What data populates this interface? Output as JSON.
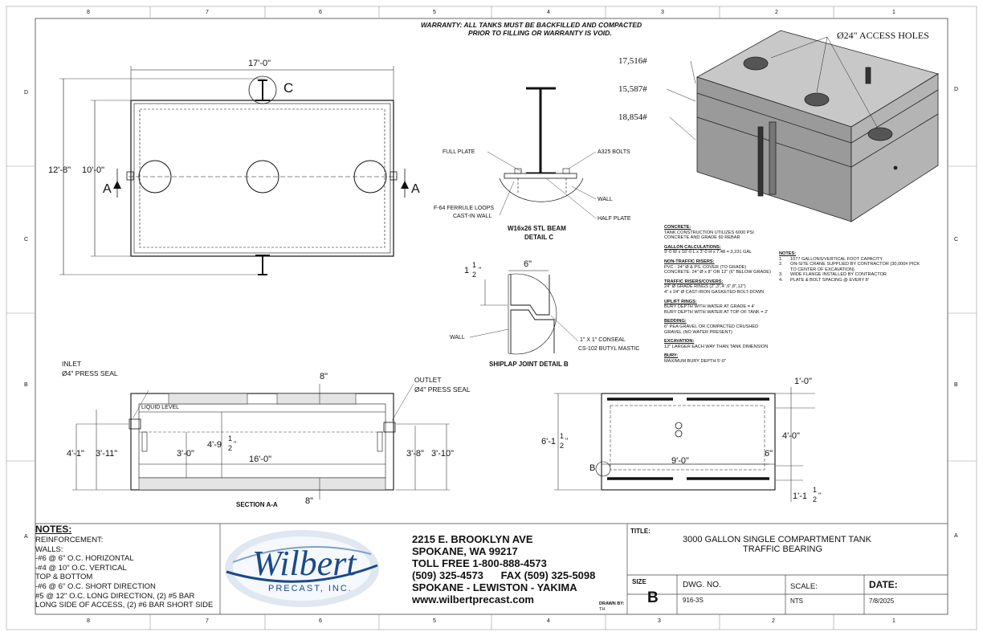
{
  "border_letters_top": [
    "8",
    "7",
    "6",
    "5",
    "4",
    "3",
    "2",
    "1"
  ],
  "border_letters_side": [
    "D",
    "C",
    "B",
    "A"
  ],
  "warranty": [
    "WARRANTY: ALL TANKS MUST BE BACKFILLED AND COMPACTED",
    "PRIOR TO FILLING OR WARRANTY IS VOID."
  ],
  "plan": {
    "length": "17'-0\"",
    "width_outer": "12'-8\"",
    "width_inner": "10'-0\"",
    "section_mark": "A",
    "detail_mark": "C"
  },
  "iso": {
    "access_holes": "Ø24\" ACCESS HOLES",
    "weights": [
      "17,516#",
      "15,587#",
      "18,854#"
    ]
  },
  "detail_c": {
    "full_plate": "FULL PLATE",
    "bolts": "A325 BOLTS",
    "wall": "WALL",
    "ferrule": [
      "F-64 FERRULE LOOPS",
      "CAST-IN WALL"
    ],
    "half_plate": "HALF PLATE",
    "title": [
      "W16x26 STL BEAM",
      "DETAIL C"
    ]
  },
  "detail_b": {
    "dim_width": "6\"",
    "dim_height_whole": "1",
    "dim_height_num": "1",
    "dim_height_den": "2",
    "dim_height_unit": "\"",
    "wall": "WALL",
    "conseal": [
      "1\" X 1\" CONSEAL",
      "CS-102 BUTYL MASTIC"
    ],
    "title": "SHIPLAP JOINT DETAIL B"
  },
  "specs": {
    "concrete_h": "CONCRETE:",
    "concrete": [
      "TANK CONSTRUCTION UTILIZES 6000 PSI",
      "CONCRETE AND GRADE 60 REBAR"
    ],
    "gallon_h": "GALLON CALCULATIONS:",
    "gallon": [
      "9'-0 W x 16'-0 L x 3'-0 H x 7.48 = 3,231 GAL"
    ],
    "nontraffic_h": "NON-TRAFFIC RISERS:",
    "nontraffic": [
      "PVC - 24\" Ø & PS. COVER (TO GRADE)",
      "CONCRETE: 24\" Ø x 8\" OR 12\" (6\" BELOW GRADE)"
    ],
    "traffic_h": "TRAFFIC RISERS/COVERS:",
    "traffic": [
      "24\" Ø GRADE RINGS (2\",3\",4\",6\",8\",12\")",
      "4\" x 24\" Ø CAST-IRON GASKETED BOLT-DOWN"
    ],
    "uplift_h": "UPLIFT RINGS:",
    "uplift": [
      "BURY DEPTH WITH WATER AT GRADE = 4'",
      "BURY DEPTH WITH WATER AT TOP OF TANK = 2'"
    ],
    "bedding_h": "BEDDING:",
    "bedding": [
      "6\" PEA GRAVEL OR COMPACTED CRUSHED",
      "GRAVEL (NO WATER PRESENT)"
    ],
    "excavation_h": "EXCAVATION:",
    "excavation": [
      "12\" LARGER EACH WAY THAN TANK DIMENSION"
    ],
    "bury_h": "BURY:",
    "bury": [
      "MAXIMUM BURY DEPTH 5'-0\""
    ],
    "notes_h": "NOTES:",
    "notes": [
      [
        "1.",
        "1077 GALLONS/VERTICAL FOOT CAPACITY"
      ],
      [
        "2.",
        "ON-SITE CRANE SUPPLIED BY CONTRACTOR (30,000# PICK"
      ],
      [
        "",
        "TO CENTER OF EXCAVATION)"
      ],
      [
        "3.",
        "WIDE FLANGE INSTALLED BY CONTRACTOR"
      ],
      [
        "4.",
        "PLATE & BOLT SPACING @ EVERY 8'"
      ]
    ]
  },
  "section": {
    "inlet": [
      "INLET",
      "Ø4\" PRESS SEAL"
    ],
    "outlet": [
      "OUTLET",
      "Ø4\" PRESS SEAL"
    ],
    "liquid_level": "LIQUID LEVEL",
    "lid": "8\"",
    "floor": "8\"",
    "d1": "4'-1\"",
    "d2": "3'-11\"",
    "d3": "3'-0\"",
    "d4_whole": "4'-9",
    "d4_num": "1",
    "d4_den": "2",
    "d4_unit": "\"",
    "d5": "16'-0\"",
    "d6": "3'-8\"",
    "d7": "3'-10\"",
    "title": "SECTION A-A"
  },
  "end_view": {
    "top": "1'-0\"",
    "height_whole": "6'-1",
    "height_num": "1",
    "height_den": "2",
    "height_unit": "\"",
    "inner": "4'-0\"",
    "six": "6\"",
    "width": "9'-0\"",
    "b_mark": "B",
    "bottom_whole": "1'-1",
    "bottom_num": "1",
    "bottom_den": "2",
    "bottom_unit": "\""
  },
  "notes": {
    "title": "NOTES:",
    "lines": [
      "REINFORCEMENT:",
      "WALLS:",
      "-#6 @   6\" O.C. HORIZONTAL",
      "-#4 @ 10\" O.C. VERTICAL",
      "TOP & BOTTOM",
      "-#6 @ 6\" O.C. SHORT DIRECTION",
      "#5 @ 12\" O.C. LONG DIRECTION, (2) #5 BAR",
      "LONG SIDE OF ACCESS, (2) #6 BAR SHORT SIDE"
    ]
  },
  "logo": {
    "name": "Wilbert",
    "sub": "PRECAST, INC."
  },
  "company": {
    "lines": [
      "2215 E. BROOKLYN AVE",
      "SPOKANE, WA 99217",
      "TOLL FREE 1-800-888-4573",
      "(509) 325-4573      FAX (509) 325-5098",
      "SPOKANE - LEWISTON - YAKIMA",
      "www.wilbertprecast.com"
    ]
  },
  "title_block": {
    "title_label": "TITLE:",
    "title": [
      "3000 GALLON SINGLE COMPARTMENT TANK",
      "TRAFFIC BEARING"
    ],
    "drawn_by_label": "DRAWN BY:",
    "drawn_by": "TH",
    "size_label": "SIZE",
    "size": "B",
    "dwg_label": "DWG.  NO.",
    "dwg": "916-3S",
    "scale_label": "SCALE:",
    "scale": "NTS",
    "date_label": "DATE:",
    "date": "7/8/2025"
  }
}
